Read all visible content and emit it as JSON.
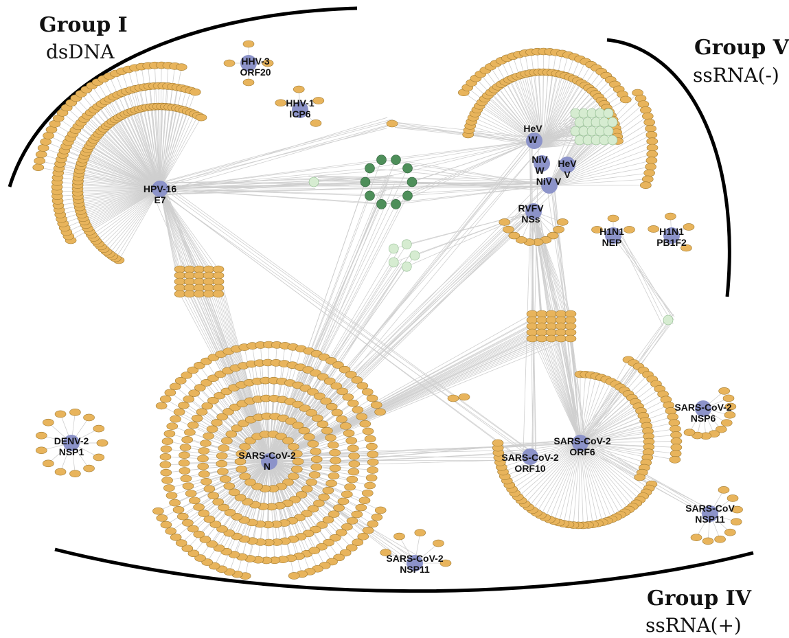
{
  "groups": [
    {
      "name": "Group I",
      "genome": "dsDNA"
    },
    {
      "name": "Group V",
      "genome": "ssRNA(-)"
    },
    {
      "name": "Group IV",
      "genome": "ssRNA(+)"
    }
  ],
  "hubs": [
    {
      "virus": "HPV-16",
      "protein": "E7"
    },
    {
      "virus": "HHV-3",
      "protein": "ORF20"
    },
    {
      "virus": "HHV-1",
      "protein": "ICP6"
    },
    {
      "virus": "HeV",
      "protein": "W"
    },
    {
      "virus": "NiV",
      "protein": "W"
    },
    {
      "virus": "HeV",
      "protein": "V"
    },
    {
      "virus": "NiV",
      "protein": "V"
    },
    {
      "virus": "RVFV",
      "protein": "NSs"
    },
    {
      "virus": "H1N1",
      "protein": "NEP"
    },
    {
      "virus": "H1N1",
      "protein": "PB1F2"
    },
    {
      "virus": "DENV-2",
      "protein": "NSP1"
    },
    {
      "virus": "SARS-CoV-2",
      "protein": "N"
    },
    {
      "virus": "SARS-CoV-2",
      "protein": "NSP6"
    },
    {
      "virus": "SARS-CoV-2",
      "protein": "ORF6"
    },
    {
      "virus": "SARS-CoV-2",
      "protein": "ORF10"
    },
    {
      "virus": "SARS-CoV",
      "protein": "NSP11"
    },
    {
      "virus": "SARS-CoV-2",
      "protein": "NSP11"
    }
  ],
  "colors": {
    "hub": "#8c93c9",
    "host_protein": "#e8b45c",
    "host_protein_stroke": "#a07a30",
    "shared_light_green": "#d6ecd1",
    "shared_dark_green": "#4e8f5a",
    "edge": "#cfcfcf",
    "arc": "#000000"
  }
}
